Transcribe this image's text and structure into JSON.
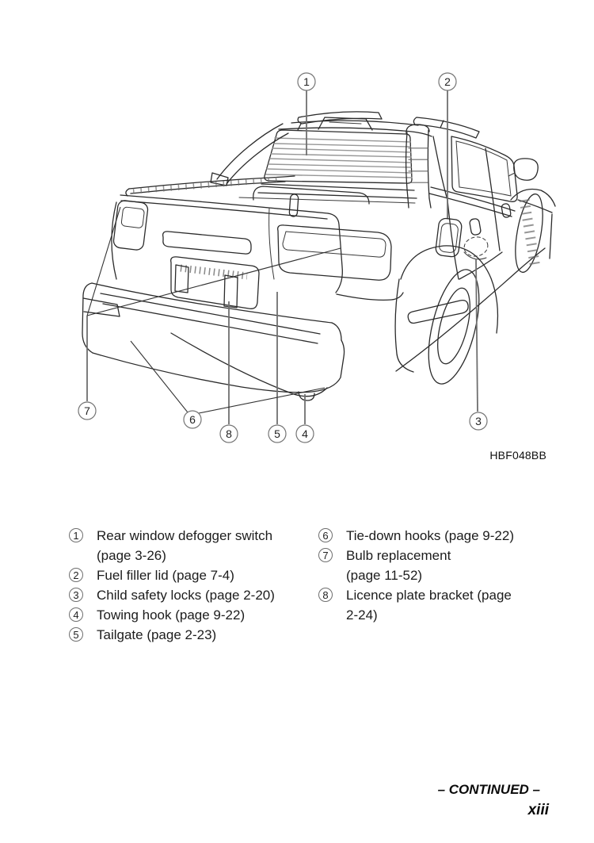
{
  "page": {
    "figure_code": "HBF048BB",
    "footer_continued": "– CONTINUED –",
    "page_number": "xiii"
  },
  "diagram": {
    "subject": "pickup-truck-rear-three-quarter-line-drawing",
    "callouts": [
      {
        "n": "1"
      },
      {
        "n": "2"
      },
      {
        "n": "3"
      },
      {
        "n": "4"
      },
      {
        "n": "5"
      },
      {
        "n": "6"
      },
      {
        "n": "7"
      },
      {
        "n": "8"
      }
    ]
  },
  "legend": {
    "left": [
      {
        "n": "1",
        "label": "Rear window defogger switch\n(page 3-26)"
      },
      {
        "n": "2",
        "label": "Fuel filler lid (page 7-4)"
      },
      {
        "n": "3",
        "label": "Child safety locks (page 2-20)"
      },
      {
        "n": "4",
        "label": "Towing hook (page 9-22)"
      },
      {
        "n": "5",
        "label": "Tailgate (page 2-23)"
      }
    ],
    "right": [
      {
        "n": "6",
        "label": "Tie-down hooks (page 9-22)"
      },
      {
        "n": "7",
        "label": "Bulb replacement\n(page 11-52)"
      },
      {
        "n": "8",
        "label": "Licence plate bracket (page\n2-24)"
      }
    ]
  }
}
